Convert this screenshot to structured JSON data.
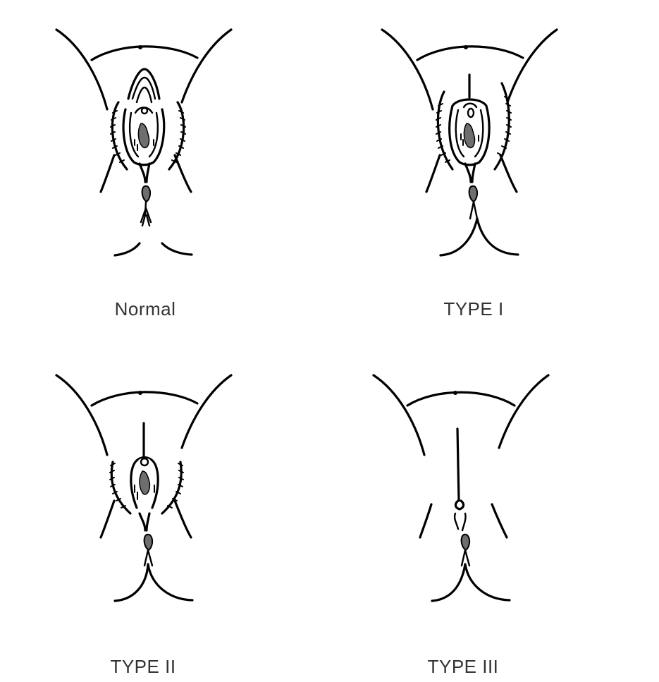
{
  "figure": {
    "panels": [
      {
        "id": "normal",
        "label": "Normal"
      },
      {
        "id": "type1",
        "label": "TYPE I"
      },
      {
        "id": "type2",
        "label": "TYPE II"
      },
      {
        "id": "type3",
        "label": "TYPE III"
      }
    ],
    "colors": {
      "stroke": "#000000",
      "fill": "#6e6e6e",
      "label": "#333333"
    }
  }
}
